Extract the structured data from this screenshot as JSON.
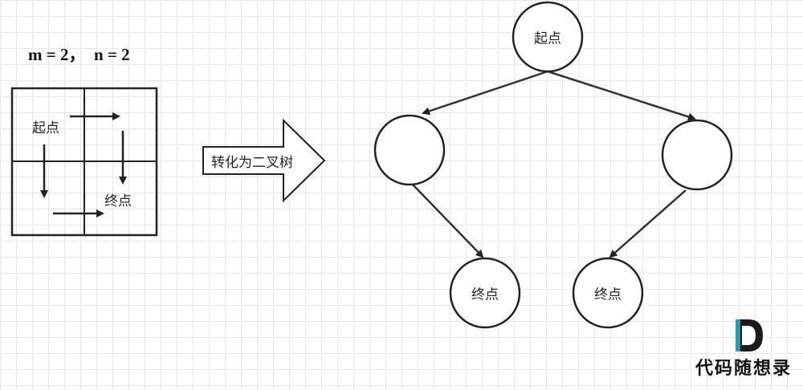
{
  "params": "m = 2，  n = 2",
  "grid": {
    "start_label": "起点",
    "end_label": "终点"
  },
  "transform_arrow": {
    "label": "转化为二叉树"
  },
  "tree": {
    "root": {
      "label": "起点"
    },
    "left": {
      "label": ""
    },
    "right": {
      "label": ""
    },
    "left_leaf": {
      "label": "终点"
    },
    "right_leaf": {
      "label": "终点"
    }
  },
  "logo": {
    "text": "代码随想录"
  },
  "colors": {
    "stroke": "#222222",
    "logo_dark": "#1a1a1a",
    "logo_accent": "#2a9ab0"
  }
}
